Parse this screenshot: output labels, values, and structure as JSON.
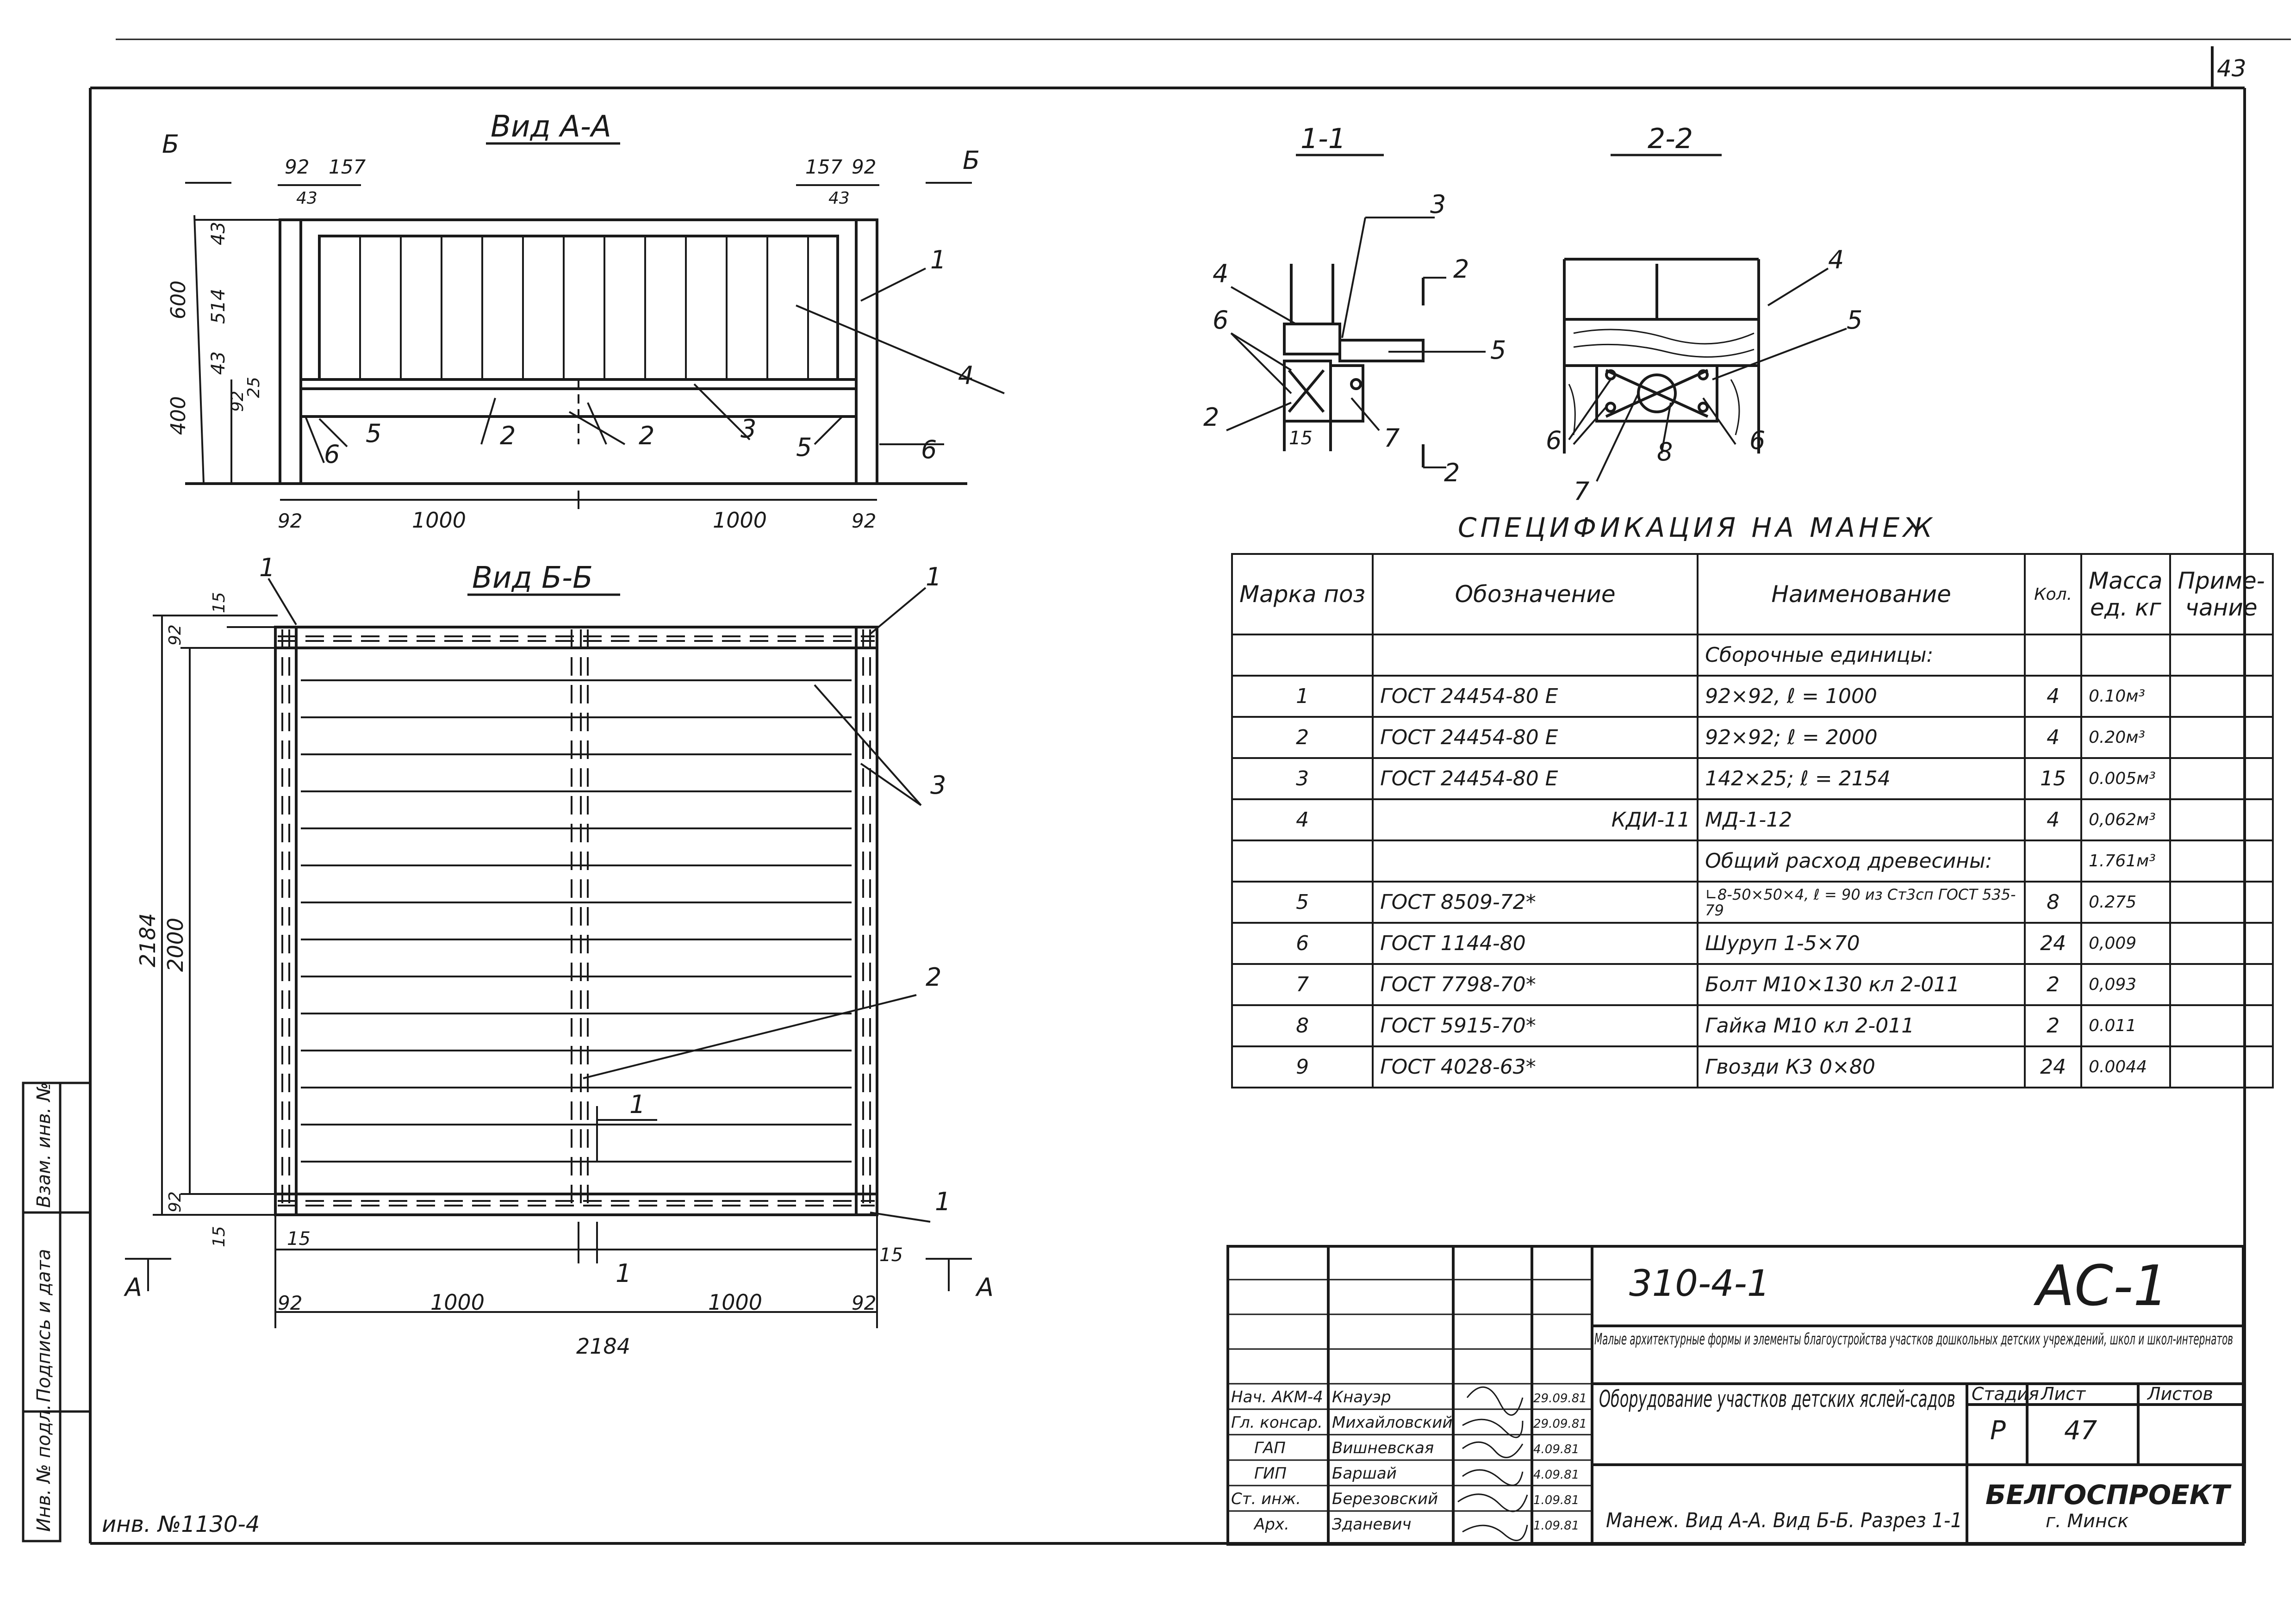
{
  "sheet_corner_number": "43",
  "views": {
    "view_aa": {
      "title": "Вид А-А",
      "dims_top": [
        "92",
        "157",
        "43",
        "157",
        "92",
        "43"
      ],
      "dims_left": [
        "43",
        "514",
        "43",
        "25",
        "92",
        "600",
        "400"
      ],
      "dims_bottom": [
        "92",
        "1000",
        "1000",
        "92"
      ],
      "section_marks": [
        "Б",
        "Б"
      ],
      "callouts": [
        "1",
        "4",
        "2",
        "2",
        "3",
        "5",
        "5",
        "6",
        "6"
      ]
    },
    "view_bb": {
      "title": "Вид Б-Б",
      "dims_left": [
        "15",
        "92",
        "2184",
        "2000",
        "92",
        "15"
      ],
      "dims_bottom": [
        "15",
        "15",
        "92",
        "1000",
        "1000",
        "92",
        "2184"
      ],
      "section_marks": [
        "А",
        "А",
        "1",
        "1"
      ],
      "callouts": [
        "1",
        "1",
        "3",
        "2",
        "1"
      ]
    },
    "section_11": {
      "title": "1-1",
      "callouts": [
        "3",
        "4",
        "6",
        "2",
        "5",
        "7"
      ],
      "dims": [
        "15"
      ],
      "cut_marks": [
        "2",
        "2"
      ]
    },
    "section_22": {
      "title": "2-2",
      "callouts": [
        "4",
        "5",
        "6",
        "6",
        "7",
        "8"
      ]
    }
  },
  "spec": {
    "title": "СПЕЦИФИКАЦИЯ НА МАНЕЖ",
    "headers": [
      "Марка поз",
      "Обозначение",
      "Наименование",
      "Кол.",
      "Масса ед. кг",
      "Приме-чание"
    ],
    "group_assembly": "Сборочные единицы:",
    "rows": [
      {
        "pos": "1",
        "code": "ГОСТ 24454-80 Е",
        "name": "92×92, ℓ = 1000",
        "qty": "4",
        "mass": "0.10м³"
      },
      {
        "pos": "2",
        "code": "ГОСТ 24454-80 Е",
        "name": "92×92; ℓ = 2000",
        "qty": "4",
        "mass": "0.20м³"
      },
      {
        "pos": "3",
        "code": "ГОСТ 24454-80 Е",
        "name": "142×25; ℓ = 2154",
        "qty": "15",
        "mass": "0.005м³"
      },
      {
        "pos": "4",
        "code": "КДИ-11",
        "name": "МД-1-12",
        "qty": "4",
        "mass": "0,062м³"
      }
    ],
    "group_wood": "Общий расход древесины:",
    "wood_total": "1.761м³",
    "rows2": [
      {
        "pos": "5",
        "code": "ГОСТ 8509-72*",
        "name": "∟8-50×50×4, ℓ = 90 из Ст3сп ГОСТ 535-79",
        "qty": "8",
        "mass": "0.275"
      },
      {
        "pos": "6",
        "code": "ГОСТ 1144-80",
        "name": "Шуруп 1-5×70",
        "qty": "24",
        "mass": "0,009"
      },
      {
        "pos": "7",
        "code": "ГОСТ 7798-70*",
        "name": "Болт М10×130 кл 2-011",
        "qty": "2",
        "mass": "0,093"
      },
      {
        "pos": "8",
        "code": "ГОСТ 5915-70*",
        "name": "Гайка М10 кл 2-011",
        "qty": "2",
        "mass": "0.011"
      },
      {
        "pos": "9",
        "code": "ГОСТ 4028-63*",
        "name": "Гвозди К3 0×80",
        "qty": "24",
        "mass": "0.0044"
      }
    ]
  },
  "title_block": {
    "doc_code": "310-4-1",
    "sheet_mark": "АС-1",
    "project": "Малые архитектурные формы и элементы благоустройства участков дошкольных детских учреждений, школ и школ-интернатов",
    "object": "Оборудование участков детских яслей-садов",
    "drawing": "Манеж. Вид А-А. Вид Б-Б. Разрез 1-1",
    "stage_label": "Стадия",
    "sheet_label": "Лист",
    "sheets_label": "Листов",
    "stage": "Р",
    "sheet": "47",
    "org": "БЕЛГОСПРОЕКТ",
    "city": "г. Минск",
    "people": [
      {
        "role": "Нач. АКМ-4",
        "name": "Кнауэр",
        "date": "29.09.81"
      },
      {
        "role": "Гл. консар.",
        "name": "Михайловский",
        "date": "29.09.81"
      },
      {
        "role": "ГАП",
        "name": "Вишневская",
        "date": "4.09.81"
      },
      {
        "role": "ГИП",
        "name": "Баршай",
        "date": "4.09.81"
      },
      {
        "role": "Ст. инж.",
        "name": "Березовский",
        "date": "1.09.81"
      },
      {
        "role": "Арх.",
        "name": "Зданевич",
        "date": "1.09.81"
      }
    ]
  },
  "side_stamp": [
    "Инв. № подл.",
    "Подпись и дата",
    "Взам. инв. №"
  ],
  "inventory": "инв. №1130-4"
}
